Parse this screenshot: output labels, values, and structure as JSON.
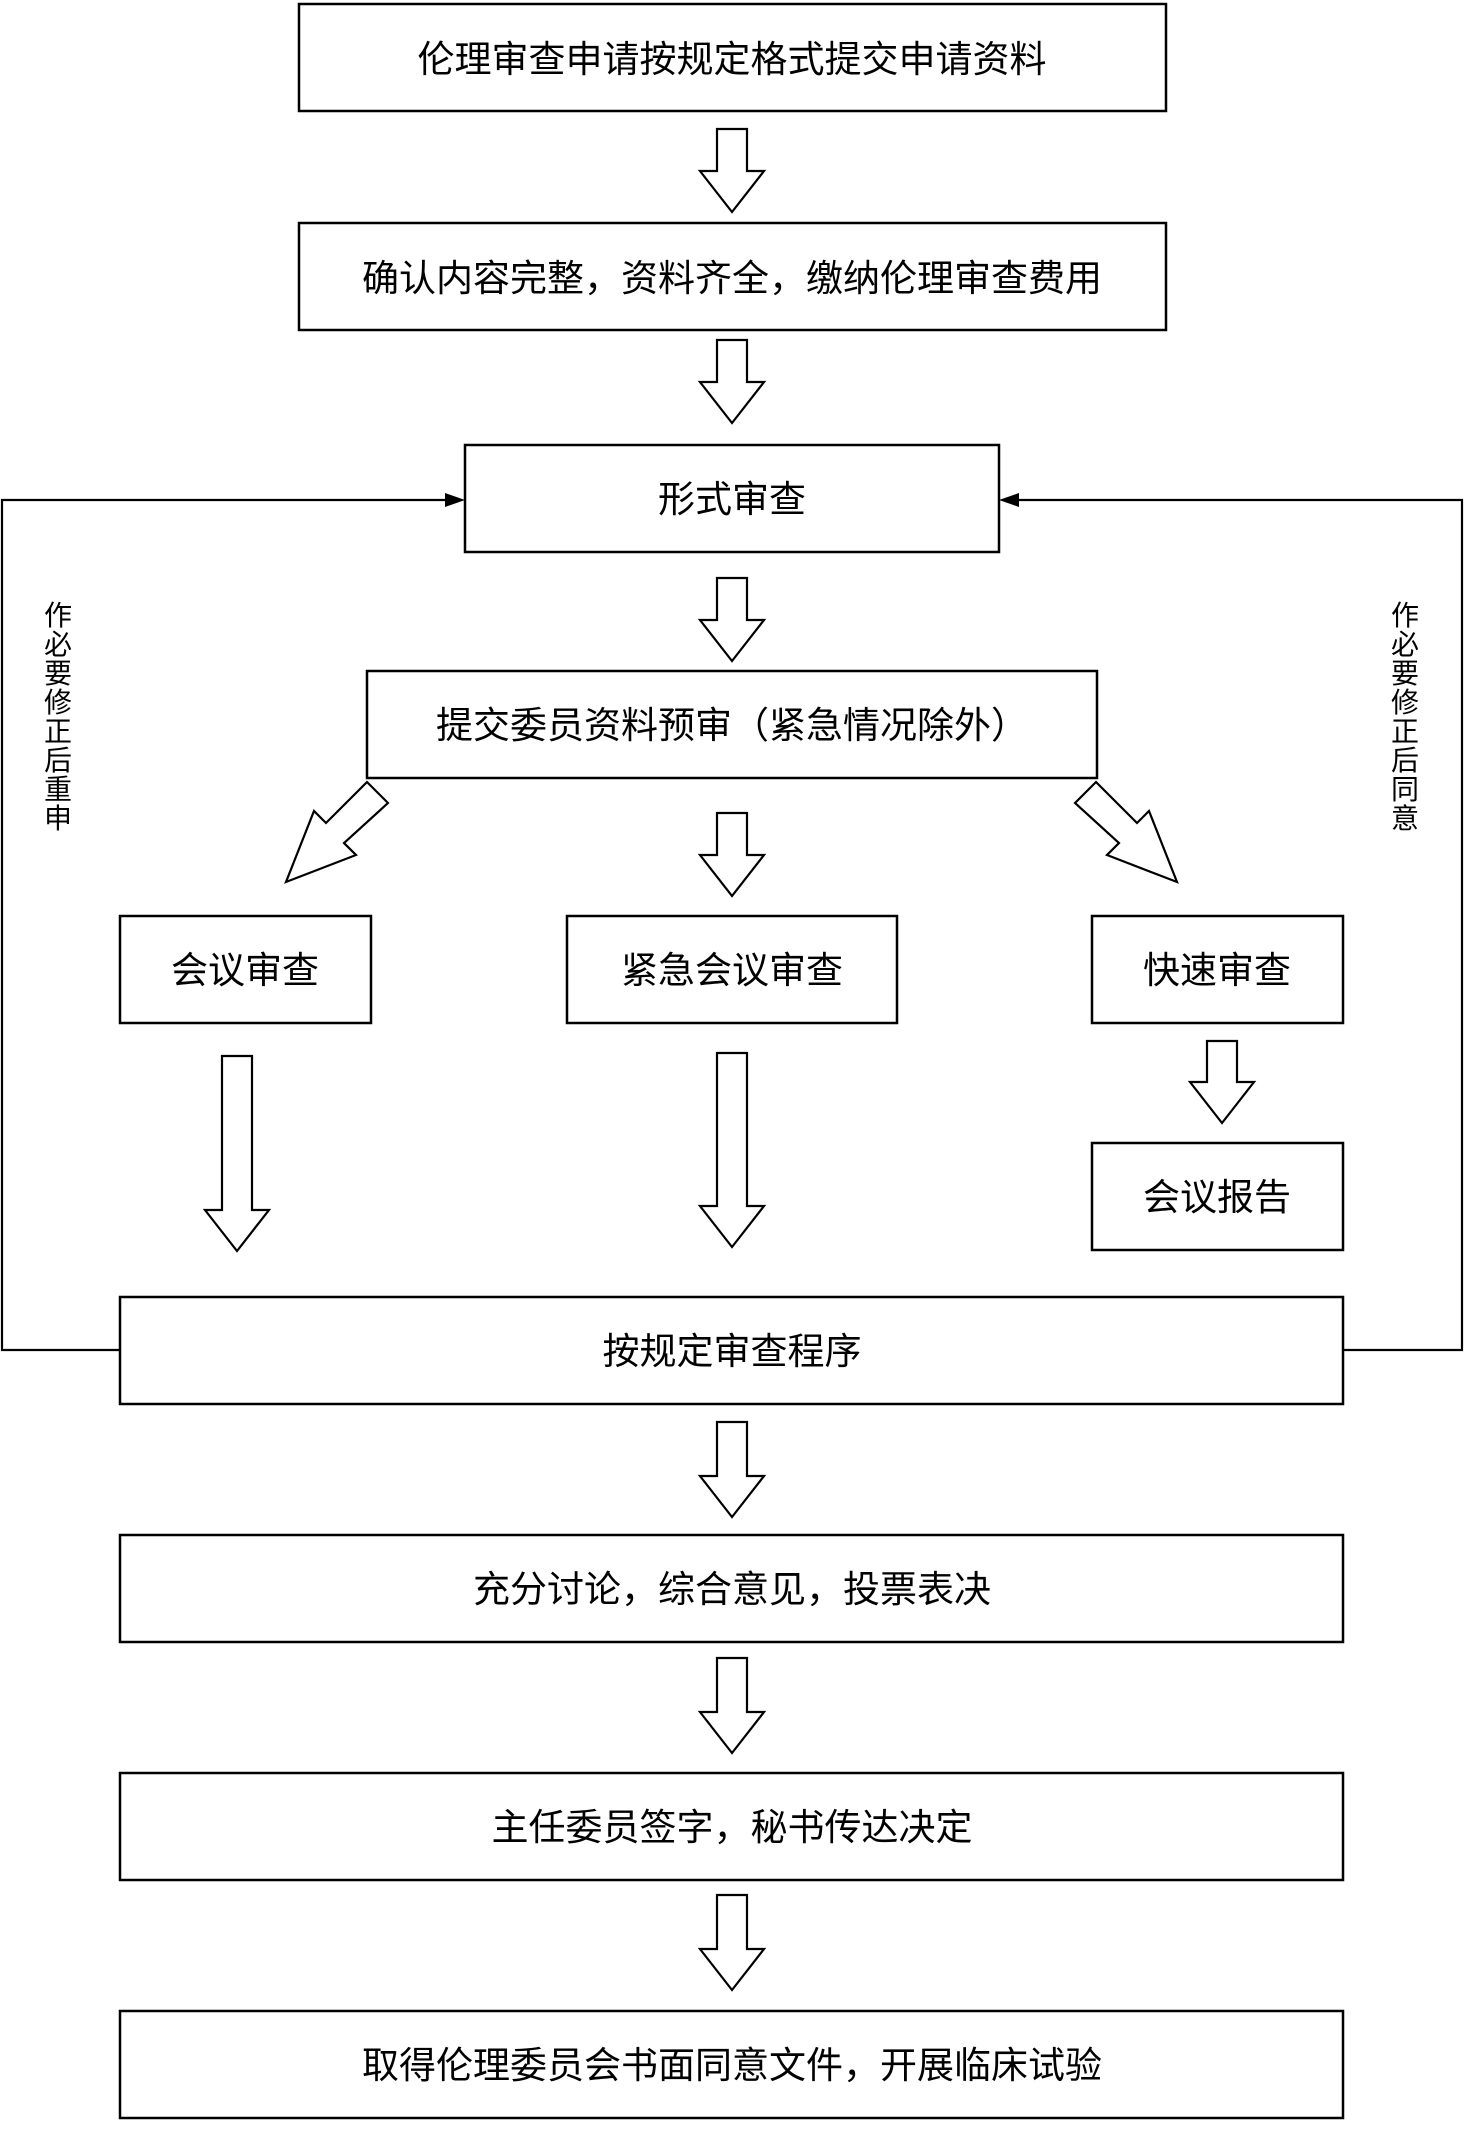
{
  "steps": {
    "submit": "伦理审查申请按规定格式提交申请资料",
    "confirm": "确认内容完整，资料齐全，缴纳伦理审查费用",
    "formal": "形式审查",
    "prereview": "提交委员资料预审（紧急情况除外）",
    "meeting": "会议审查",
    "urgent": "紧急会议审查",
    "fast": "快速审查",
    "report": "会议报告",
    "procedure": "按规定审查程序",
    "discuss": "充分讨论，综合意见，投票表决",
    "sign": "主任委员签字，秘书传达决定",
    "approve": "取得伦理委员会书面同意文件，开展临床试验"
  },
  "loops": {
    "left": "作必要修正后重申",
    "right": "作必要修正后同意"
  }
}
